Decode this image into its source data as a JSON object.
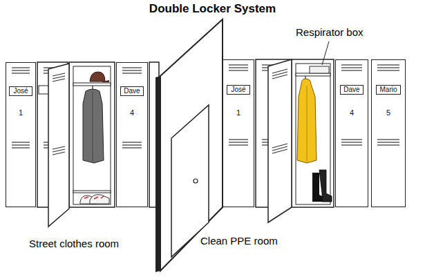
{
  "diagram": {
    "title": "Double Locker System",
    "nodes": [
      {
        "text": [
          "1"
        ]
      },
      {
        "text": [
          "José"
        ],
        "in": 0
      },
      {
        "text": [
          "4"
        ]
      },
      {
        "text": [
          "Dave"
        ],
        "in": 2
      },
      {
        "text": [
          "1"
        ]
      },
      {
        "text": [
          "José"
        ],
        "in": 4
      },
      {
        "text": [
          "4"
        ]
      },
      {
        "text": [
          "Dave"
        ],
        "in": 6
      },
      {
        "text": [
          "5"
        ]
      },
      {
        "text": [
          "Mario"
        ],
        "in": 8
      }
    ],
    "labels": [
      "Respirator box",
      "Street clothes room",
      "Clean PPE room"
    ]
  }
}
